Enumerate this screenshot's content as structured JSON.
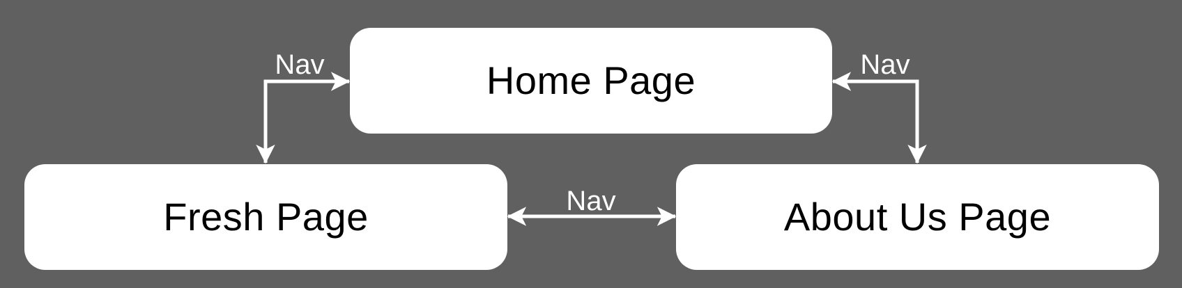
{
  "diagram": {
    "nodes": {
      "home": "Home Page",
      "fresh": "Fresh Page",
      "about": "About Us Page"
    },
    "edges": {
      "home_fresh": {
        "label": "Nav",
        "from": "Home Page",
        "to": "Fresh Page",
        "direction": "both"
      },
      "home_about": {
        "label": "Nav",
        "from": "Home Page",
        "to": "About Us Page",
        "direction": "both"
      },
      "fresh_about": {
        "label": "Nav",
        "from": "Fresh Page",
        "to": "About Us Page",
        "direction": "both"
      }
    },
    "colors": {
      "background": "#606060",
      "node_fill": "#ffffff",
      "node_text": "#000000",
      "connector": "#ffffff"
    }
  }
}
